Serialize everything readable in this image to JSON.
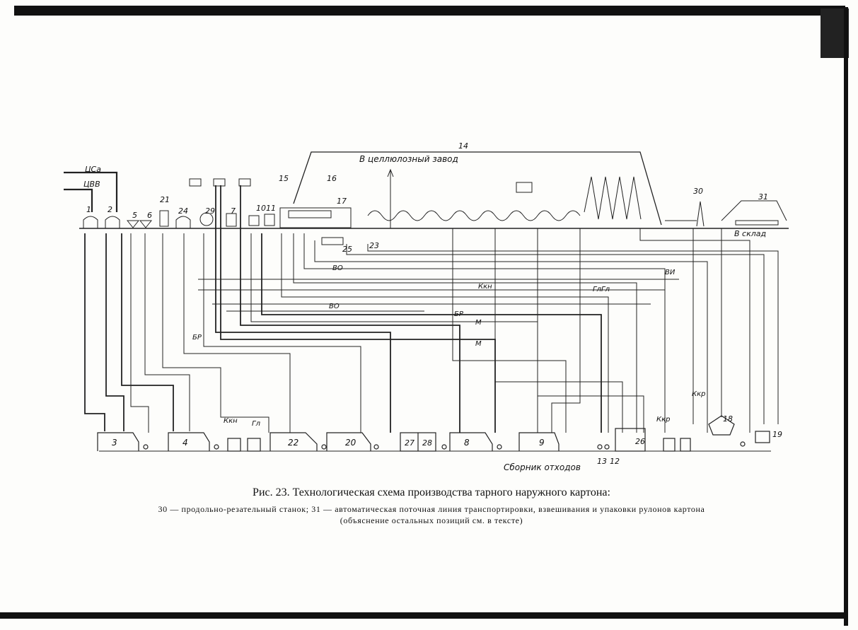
{
  "figure": {
    "caption_title": "Рис. 23. Технологическая схема производства тарного наружного картона:",
    "caption_legend": "30 — продольно-резательный  станок;  31 — автоматическая  поточная линия  транспортировки,  взвешивания  и  упаковки  рулонов  картона",
    "caption_note": "(объяснение остальных позиций см. в тексте)"
  },
  "labels": {
    "inputs": [
      "ЦСа",
      "ЦВВ"
    ],
    "to_pulp_mill": "В целлюлозный завод",
    "to_warehouse": "В склад",
    "waste_collector": "Сборник отходов",
    "pipes": [
      "ВО",
      "Ккн",
      "ВО",
      "БР",
      "М",
      "М",
      "Гл",
      "Гл",
      "ВИ",
      "БР",
      "Ккн",
      "Гл",
      "Ккр",
      "Ккр"
    ]
  },
  "positions": {
    "top": [
      "1",
      "2",
      "5",
      "6",
      "21",
      "24",
      "29",
      "7",
      "10",
      "11",
      "15",
      "16",
      "17",
      "25",
      "23",
      "14",
      "30",
      "31"
    ],
    "bottom": [
      "3",
      "4",
      "22",
      "20",
      "27",
      "28",
      "8",
      "9",
      "26",
      "18",
      "19",
      "13",
      "12"
    ]
  }
}
